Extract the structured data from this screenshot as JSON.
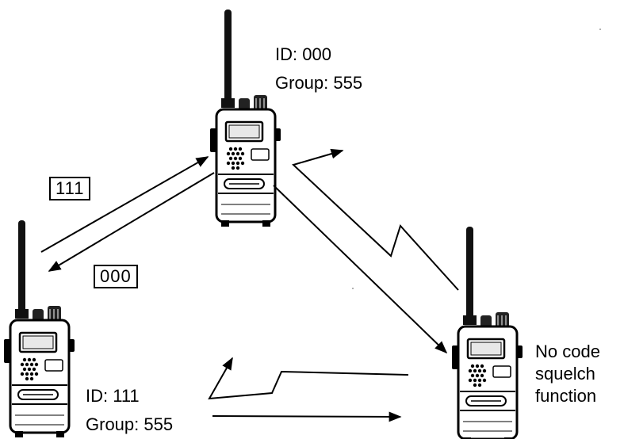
{
  "radios": {
    "top": {
      "id_label": "ID: 000",
      "group_label": "Group: 555"
    },
    "left": {
      "id_label": "ID: 111",
      "group_label": "Group: 555"
    },
    "right": {
      "note_lines": [
        "No code",
        "squelch",
        "function"
      ]
    }
  },
  "codes": {
    "to_top": "111",
    "to_left": "000"
  },
  "colors": {
    "ink": "#000000",
    "background": "#ffffff"
  }
}
